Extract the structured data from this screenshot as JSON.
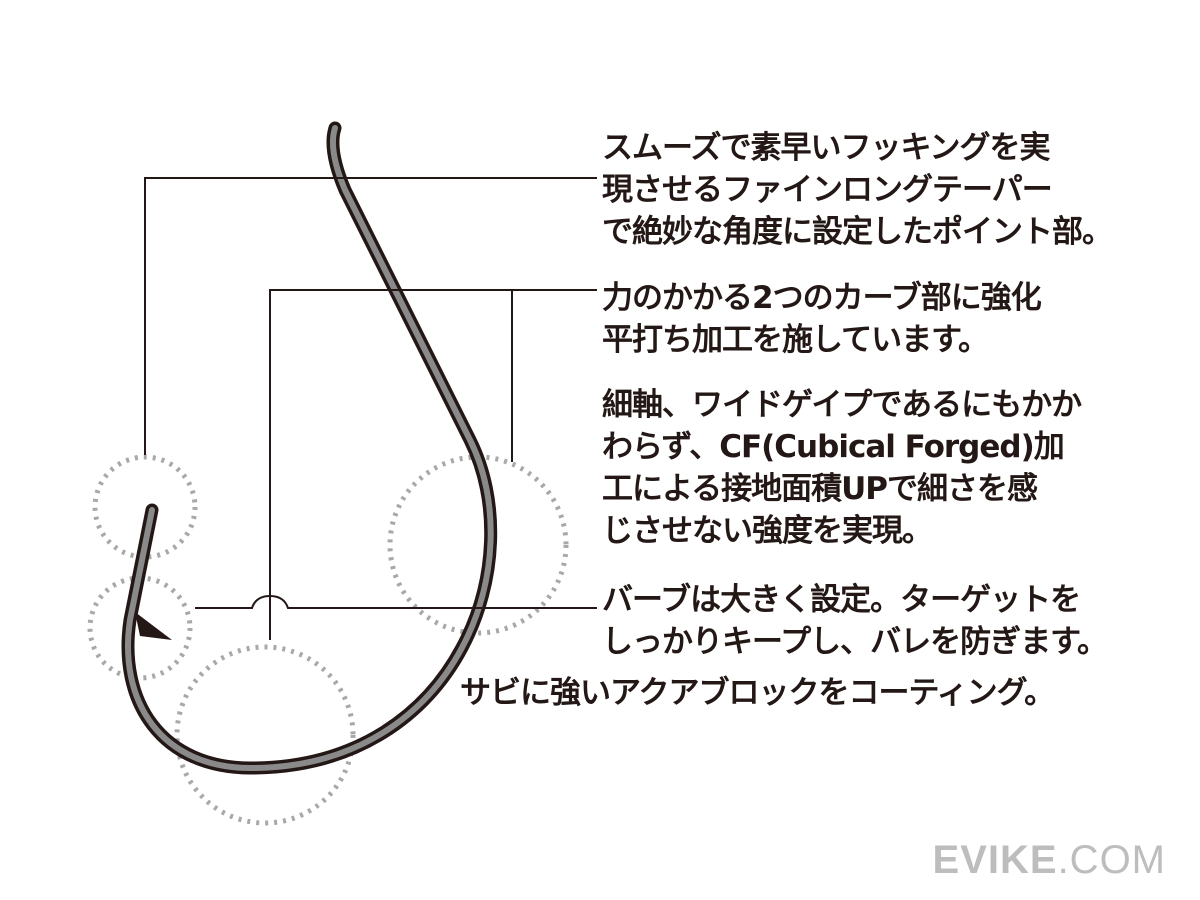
{
  "callouts": [
    {
      "lines": [
        "スムーズで素早いフッキングを実",
        "現させるファインロングテーパー",
        "で絶妙な角度に設定したポイント部。"
      ]
    },
    {
      "lines": [
        "力のかかる2つのカーブ部に強化",
        "平打ち加工を施しています。"
      ]
    },
    {
      "lines": [
        "細軸、ワイドゲイプであるにもかか",
        "わらず、CF(Cubical Forged)加",
        "工による接地面積UPで細さを感",
        "じさせない強度を実現。"
      ]
    },
    {
      "lines": [
        "バーブは大きく設定。ターゲットを",
        "しっかりキープし、バレを防ぎます。"
      ]
    },
    {
      "lines": [
        "サビに強いアクアブロックをコーティング。"
      ]
    }
  ],
  "watermark": {
    "bold": "EVIKE",
    "rest": ".COM"
  },
  "colors": {
    "ink": "#231815",
    "dots": "#a8a8a8",
    "hook": "#4a4a4a"
  }
}
